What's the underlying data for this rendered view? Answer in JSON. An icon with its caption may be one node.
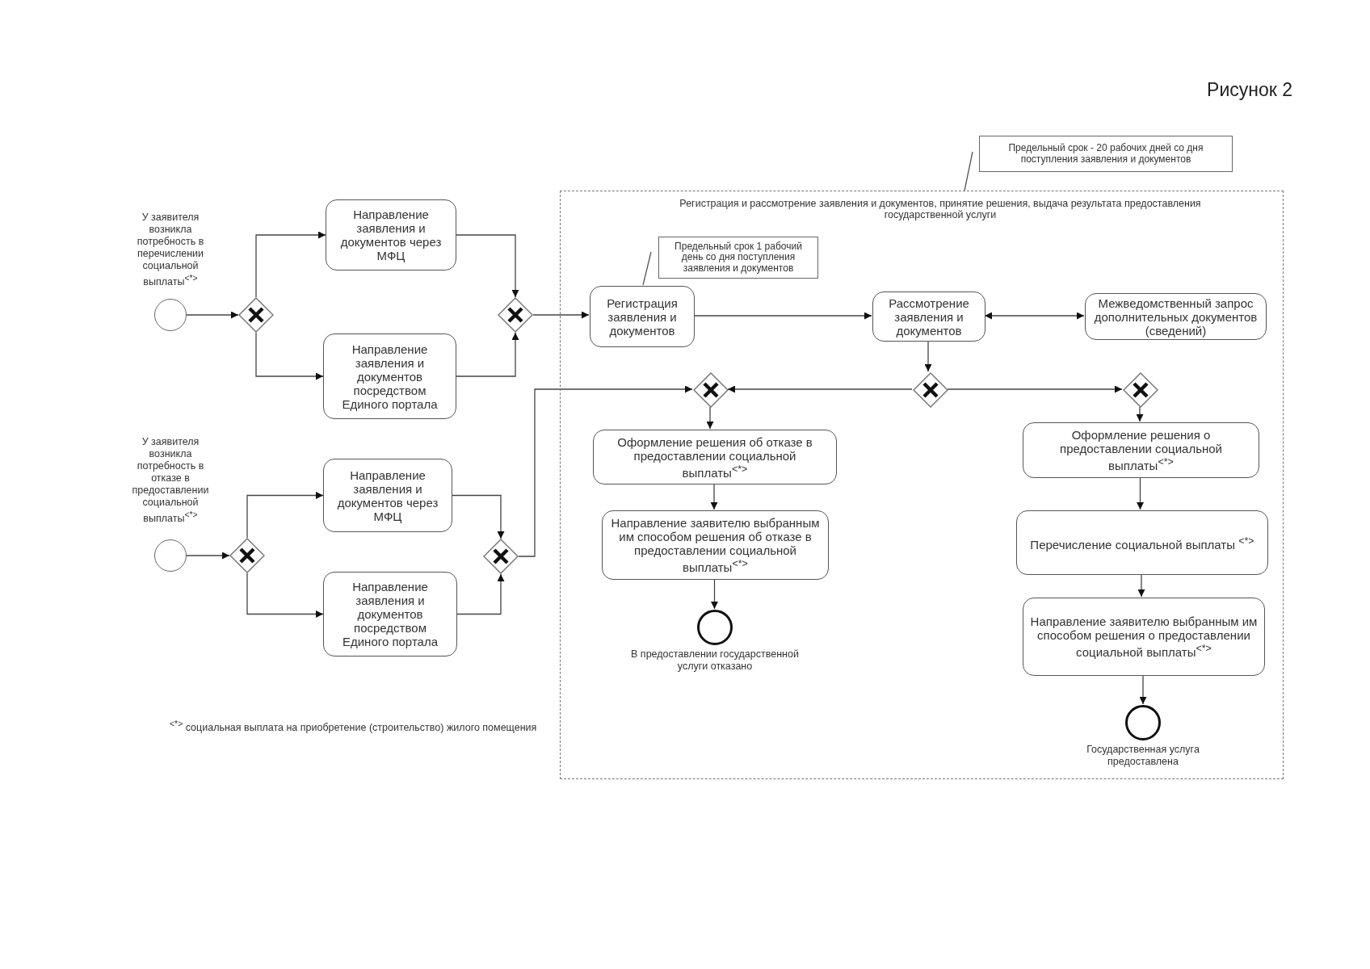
{
  "diagram": {
    "title": "Рисунок 2",
    "nodes": [
      {
        "text": [],
        "shape": "circle",
        "beside": [
          "У заявителя возникла потребность в перечислении социальной выплаты$^{<*>}$"
        ]
      },
      {
        "text": [],
        "shape": "diamond"
      },
      {
        "text": [
          "Направление заявления и документов через МФЦ"
        ]
      },
      {
        "text": [
          "Направление заявления и документов посредством Единого портала"
        ]
      },
      {
        "text": [],
        "shape": "diamond"
      },
      {
        "text": [
          "Регистрация и рассмотрение заявления и документов, принятие решения, выдача результата предоставления государственной услуги"
        ]
      },
      {
        "text": [
          "Предельный срок - 20 рабочих дней со дня поступления заявления и документов"
        ]
      },
      {
        "text": [
          "Предельный срок 1 рабочий день со дня поступления заявления и документов"
        ],
        "in": 5
      },
      {
        "text": [
          "Регистрация заявления и документов"
        ],
        "in": 5
      },
      {
        "text": [
          "Рассмотрение заявления и документов"
        ],
        "in": 5
      },
      {
        "text": [
          "Межведомственный запрос дополнительных документов (сведений)"
        ],
        "in": 5
      },
      {
        "text": [],
        "shape": "diamond",
        "in": 5
      },
      {
        "text": [],
        "shape": "diamond",
        "in": 5
      },
      {
        "text": [],
        "shape": "diamond",
        "in": 5
      },
      {
        "text": [
          "Оформление решения об отказе в предоставлении социальной выплаты$^{<*>}$"
        ],
        "in": 5
      },
      {
        "text": [
          "Направление заявителю выбранным им способом решения  об отказе в предоставлении социальной выплаты$^{<*>}$"
        ],
        "in": 5
      },
      {
        "text": [],
        "shape": "circle",
        "in": 5,
        "beside": [
          "В предоставлении государственной услуги отказано"
        ]
      },
      {
        "text": [
          "Оформление решения о предоставлении социальной выплаты$^{<*>}$"
        ],
        "in": 5
      },
      {
        "text": [
          "Перечисление социальной выплаты $^{<*>}$"
        ],
        "in": 5
      },
      {
        "text": [
          "Направление заявителю выбранным им способом решения о предоставлении социальной выплаты$^{<*>}$"
        ],
        "in": 5
      },
      {
        "text": [],
        "shape": "circle",
        "in": 5,
        "beside": [
          "Государственная услуга предоставлена"
        ]
      },
      {
        "text": [],
        "shape": "circle",
        "beside": [
          "У заявителя возникла потребность в отказе в предоставлении социальной выплаты$^{<*>}$"
        ]
      },
      {
        "text": [],
        "shape": "diamond"
      },
      {
        "text": [
          "Направление заявления и документов через МФЦ"
        ]
      },
      {
        "text": [
          "Направление заявления и документов посредством Единого портала"
        ]
      },
      {
        "text": [],
        "shape": "diamond"
      }
    ],
    "edges": [
      {
        "from": 0,
        "to": 1,
        "arrow": "to"
      },
      {
        "from": 1,
        "to": 2,
        "arrow": "to"
      },
      {
        "from": 1,
        "to": 3,
        "arrow": "to"
      },
      {
        "from": 2,
        "to": 4,
        "arrow": "to"
      },
      {
        "from": 3,
        "to": 4,
        "arrow": "to"
      },
      {
        "from": 4,
        "to": 8,
        "arrow": "to"
      },
      {
        "from": 6,
        "to": 5,
        "arrow": "none"
      },
      {
        "from": 7,
        "to": 8,
        "arrow": "none"
      },
      {
        "from": 8,
        "to": 9,
        "arrow": "to"
      },
      {
        "from": 9,
        "to": 10,
        "arrow": "both"
      },
      {
        "from": 9,
        "to": 12,
        "arrow": "to"
      },
      {
        "from": 12,
        "to": 11,
        "arrow": "to"
      },
      {
        "from": 12,
        "to": 13,
        "arrow": "to"
      },
      {
        "from": 25,
        "to": 11,
        "arrow": "to"
      },
      {
        "from": 11,
        "to": 14,
        "arrow": "to"
      },
      {
        "from": 14,
        "to": 15,
        "arrow": "to"
      },
      {
        "from": 15,
        "to": 16,
        "arrow": "to"
      },
      {
        "from": 13,
        "to": 17,
        "arrow": "to"
      },
      {
        "from": 17,
        "to": 18,
        "arrow": "to"
      },
      {
        "from": 18,
        "to": 19,
        "arrow": "to"
      },
      {
        "from": 19,
        "to": 20,
        "arrow": "to"
      },
      {
        "from": 21,
        "to": 22,
        "arrow": "to"
      },
      {
        "from": 22,
        "to": 23,
        "arrow": "to"
      },
      {
        "from": 22,
        "to": 24,
        "arrow": "to"
      },
      {
        "from": 23,
        "to": 25,
        "arrow": "to"
      },
      {
        "from": 24,
        "to": 25,
        "arrow": "to"
      }
    ],
    "labels": [
      "$^{<*>}$ социальная выплата на приобретение (строительство) жилого помещения"
    ]
  }
}
